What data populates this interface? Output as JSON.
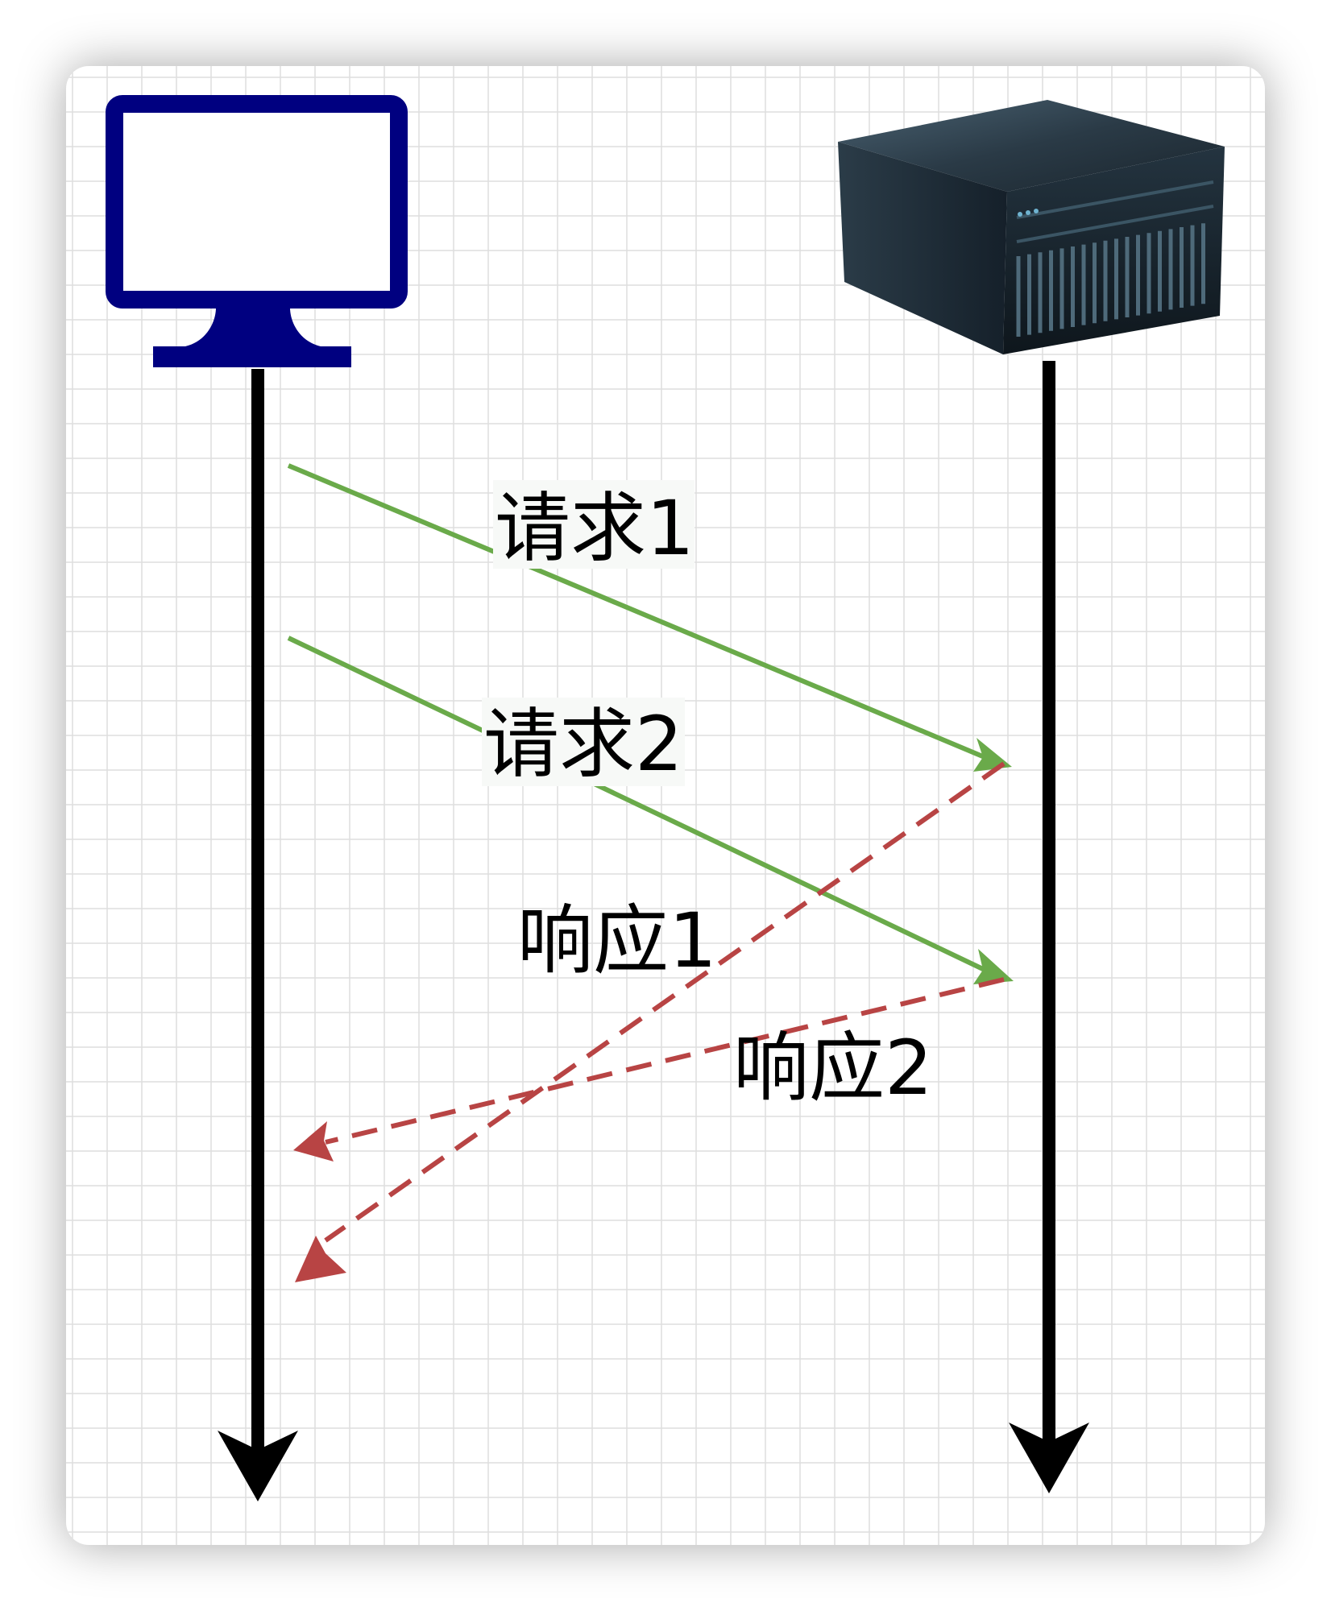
{
  "diagram": {
    "messages": [
      {
        "id": "request-1",
        "label": "请求1",
        "kind": "request",
        "color": "#6aaa4a"
      },
      {
        "id": "request-2",
        "label": "请求2",
        "kind": "request",
        "color": "#6aaa4a"
      },
      {
        "id": "response-1",
        "label": "响应1",
        "kind": "response",
        "color": "#b84444"
      },
      {
        "id": "response-2",
        "label": "响应2",
        "kind": "response",
        "color": "#b84444"
      }
    ],
    "participants": [
      {
        "id": "client",
        "icon": "monitor-icon",
        "color": "#000080"
      },
      {
        "id": "server",
        "icon": "server-icon",
        "color": "#1e2a33"
      }
    ],
    "lifeline_color": "#000000",
    "grid_color": "#dedede"
  }
}
